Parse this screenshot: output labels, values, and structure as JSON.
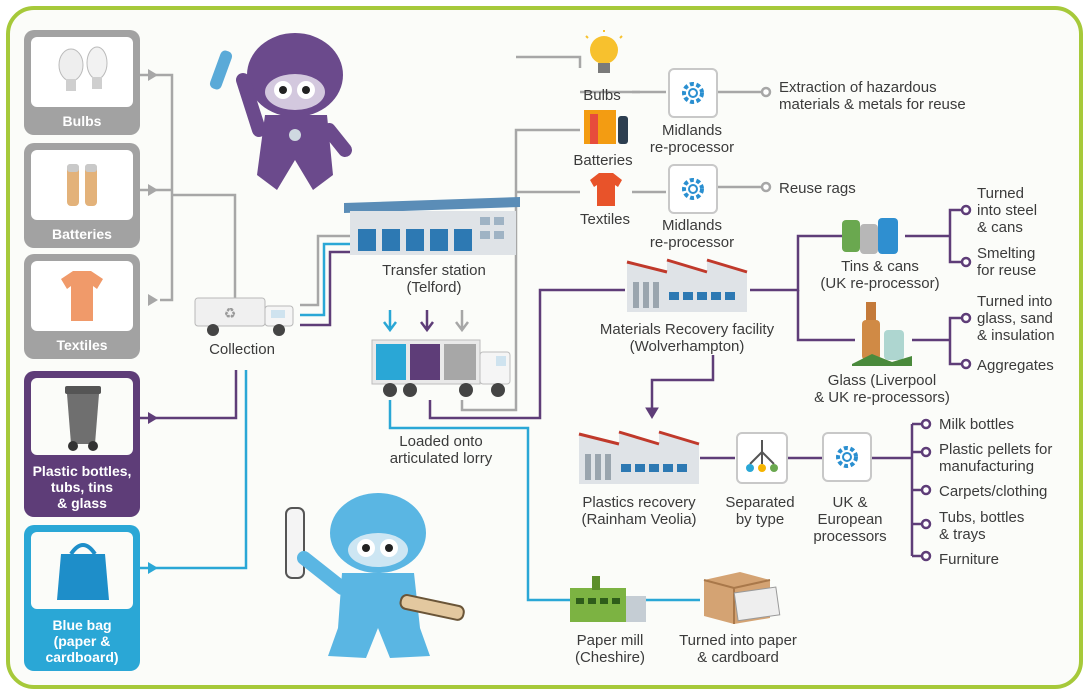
{
  "sources": {
    "bulbs": "Bulbs",
    "batteries": "Batteries",
    "textiles": "Textiles",
    "plastic": "Plastic bottles,\ntubs, tins\n& glass",
    "bluebag": "Blue bag\n(paper &\ncardboard)"
  },
  "collection": "Collection",
  "transfer": "Transfer station\n(Telford)",
  "lorry": "Loaded onto\narticulated lorry",
  "hazardous": {
    "bulbs": "Bulbs",
    "batteries": "Batteries",
    "processor": "Midlands\nre-processor",
    "outcome": "Extraction of hazardous\nmaterials & metals for reuse"
  },
  "textiles_route": {
    "textiles": "Textiles",
    "processor": "Midlands\nre-processor",
    "outcome": "Reuse rags"
  },
  "mrf": "Materials Recovery facility\n(Wolverhampton)",
  "tins": {
    "label": "Tins & cans\n(UK re-processor)",
    "outcomes": [
      "Turned\ninto steel\n& cans",
      "Smelting\nfor reuse"
    ]
  },
  "glass": {
    "label": "Glass (Liverpool\n& UK re-processors)",
    "outcomes": [
      "Turned into\nglass, sand\n& insulation",
      "Aggregates"
    ]
  },
  "plastics": {
    "recovery": "Plastics recovery\n(Rainham Veolia)",
    "separated": "Separated\nby type",
    "processors": "UK &\nEuropean\nprocessors",
    "outcomes": [
      "Milk bottles",
      "Plastic pellets for\nmanufacturing",
      "Carpets/clothing",
      "Tubs, bottles\n& trays",
      "Furniture"
    ]
  },
  "paper": {
    "mill": "Paper mill\n(Cheshire)",
    "outcome": "Turned into paper\n& cardboard"
  },
  "colors": {
    "frame": "#a6c93a",
    "grey": "#9a9a9a",
    "purple": "#5e3d78",
    "blue": "#2aa7d6",
    "text": "#3b3b3b"
  },
  "icons": [
    "bulb-icon",
    "battery-icon",
    "tshirt-icon",
    "gear-icon",
    "sort-icon",
    "factory-icon",
    "truck-icon",
    "warehouse-icon",
    "wheelie-bin-icon",
    "blue-bag-icon",
    "tin-cans-icon",
    "glass-bottles-icon",
    "paper-mill-icon",
    "cardboard-box-icon",
    "ninja-mascot"
  ]
}
